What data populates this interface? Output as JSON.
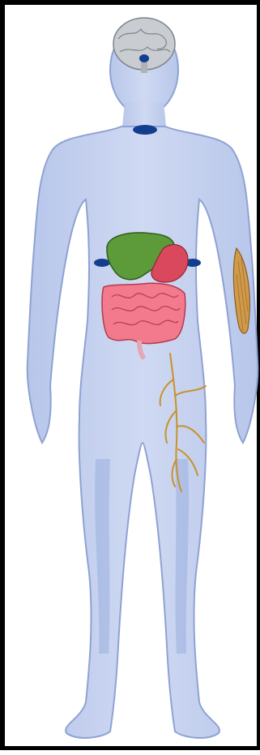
{
  "figure": {
    "subject": "human-body-anatomy-illustration",
    "parts": [
      "brain",
      "pituitary",
      "thyroid",
      "liver",
      "stomach",
      "adrenal-glands",
      "intestines",
      "muscle",
      "nerves"
    ],
    "colors": {
      "body_fill": "#c5d1ee",
      "body_shade": "#93a8d8",
      "body_outline": "#7f94c7",
      "gland_blue": "#133e8f",
      "liver_green": "#5c9a3a",
      "stomach_red": "#d9485c",
      "intestine_pink": "#f27a8c",
      "muscle_tan": "#cf9a4a",
      "nerve_gold": "#c8922d",
      "brain_gray": "#bfc3c7",
      "frame_black": "#000000"
    }
  }
}
